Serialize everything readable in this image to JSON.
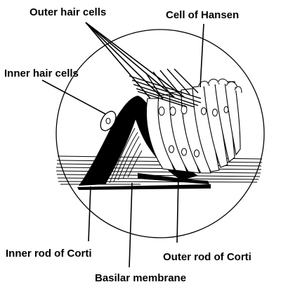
{
  "labels": {
    "outer_hair_cells": "Outer hair cells",
    "cell_of_hansen": "Cell of Hansen",
    "inner_hair_cells": "Inner hair cells",
    "inner_rod_of_corti": "Inner rod of Corti",
    "outer_rod_of_corti": "Outer rod of Corti",
    "basilar_membrane": "Basilar membrane"
  },
  "colors": {
    "ink": "#000000",
    "background": "#ffffff"
  }
}
